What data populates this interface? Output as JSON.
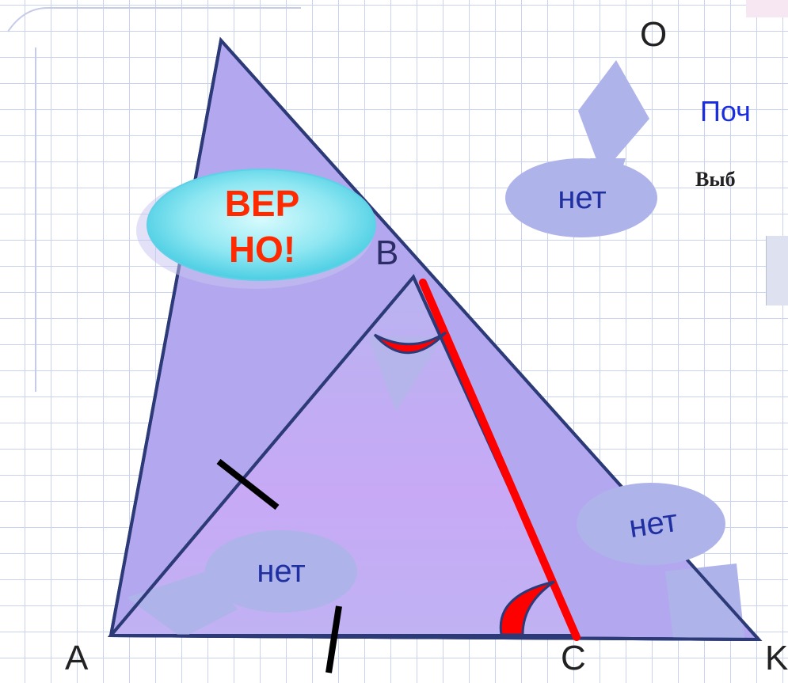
{
  "points": {
    "A": "A",
    "B": "B",
    "C": "C",
    "K": "K",
    "O": "O"
  },
  "heading_cut": "Поч",
  "instruction_cut": "Выб",
  "answers": {
    "correct": "ВЕРНО!",
    "correct_line1": "ВЕР",
    "correct_line2": "НО!",
    "wrong_top": "нет",
    "wrong_left": "нет",
    "wrong_right": "нет"
  },
  "colors": {
    "outer_triangle": "#b3a6f0",
    "inner_triangle": "#c2b5f5",
    "outline": "#2c3a78",
    "highlight_side": "#ff0000",
    "callout": "#aeb4ea",
    "correct_bubble": "#8ef0f4",
    "correct_text": "#ff2a00",
    "heading": "#1a2ee0"
  }
}
